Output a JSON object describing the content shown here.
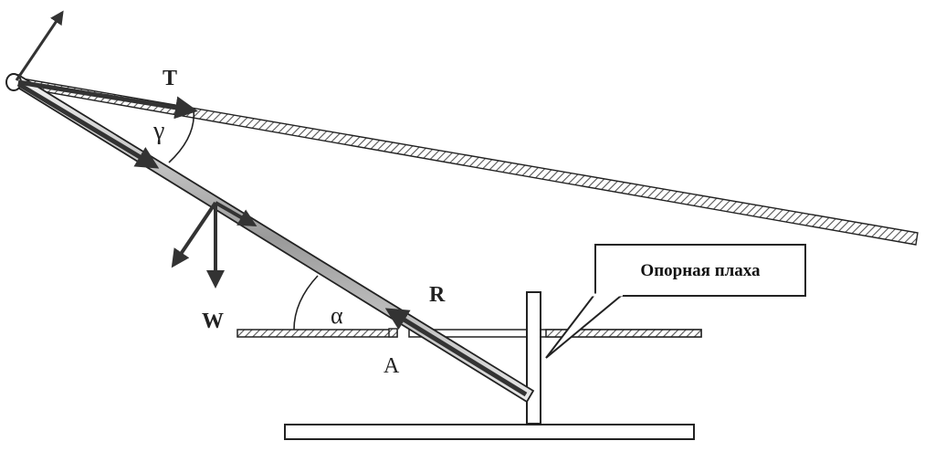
{
  "labels": {
    "tension": "T",
    "angle_gamma": "γ",
    "weight": "W",
    "angle_alpha": "α",
    "reaction": "R",
    "point_a": "A",
    "callout": "Опорная плаха"
  },
  "colors": {
    "ink": "#222222",
    "rope_hatch": "#555555",
    "beam_fill": "#bfbfbf",
    "background": "#ffffff"
  }
}
